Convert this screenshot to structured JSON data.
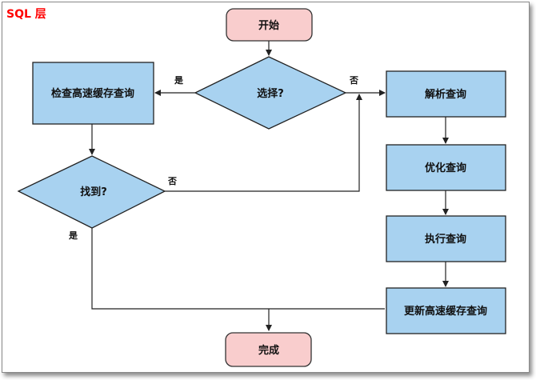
{
  "title": "SQL 层",
  "nodes": {
    "start": "开始",
    "choose": "选择?",
    "check_cache": "检查高速缓存查询",
    "found": "找到?",
    "parse": "解析查询",
    "optimize": "优化查询",
    "execute": "执行查询",
    "update_cache": "更新高速缓存查询",
    "done": "完成"
  },
  "edges": {
    "choose_yes": "是",
    "choose_no": "否",
    "found_no": "否",
    "found_yes": "是"
  },
  "colors": {
    "process_fill": "#a8d2f0",
    "terminal_fill": "#f9cdcd",
    "title_color": "#ff0000"
  }
}
